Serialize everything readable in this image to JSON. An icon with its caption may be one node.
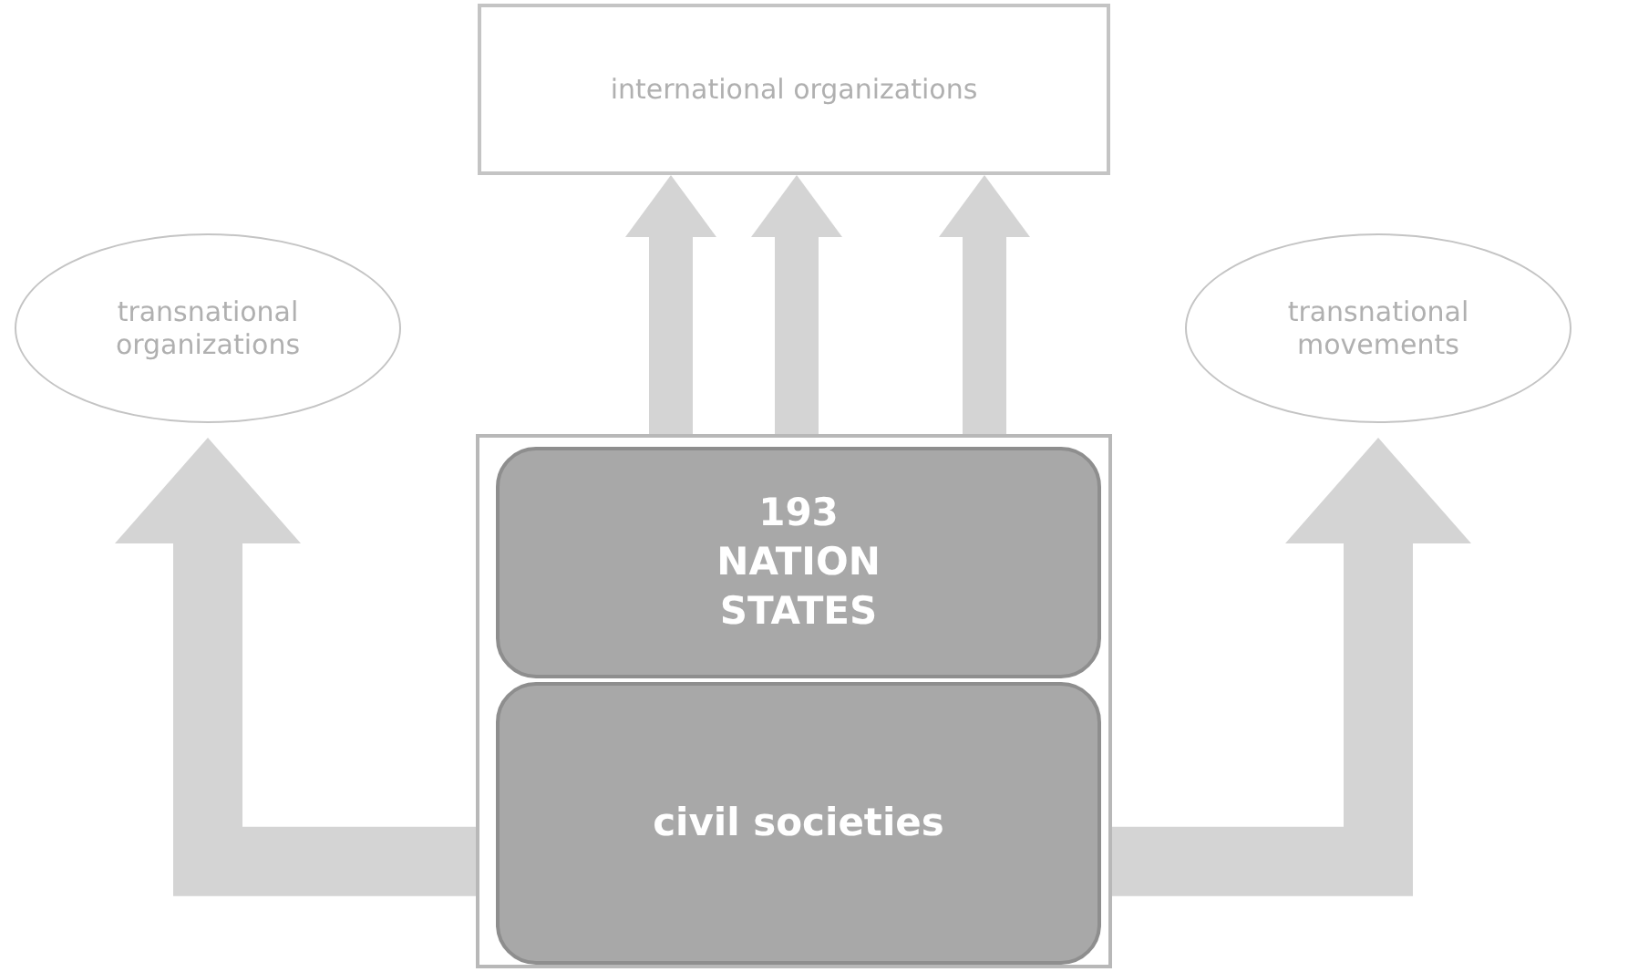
{
  "diagram": {
    "nodes": [
      {
        "text": [
          "international organizations"
        ]
      },
      {
        "text": [
          "transnational organizations"
        ]
      },
      {
        "text": [
          "transnational movements"
        ]
      },
      {
        "text": [],
        "shape": "box"
      },
      {
        "text": [
          "193 NATION STATES"
        ],
        "in": 3
      },
      {
        "text": [
          "civil societies"
        ],
        "in": 3
      }
    ],
    "edges": [
      {
        "from": 3,
        "to": 0,
        "arrow": "to"
      },
      {
        "from": 3,
        "to": 0,
        "arrow": "to"
      },
      {
        "from": 3,
        "to": 0,
        "arrow": "to"
      },
      {
        "from": 3,
        "to": 1,
        "arrow": "to"
      },
      {
        "from": 3,
        "to": 2,
        "arrow": "to"
      }
    ]
  }
}
